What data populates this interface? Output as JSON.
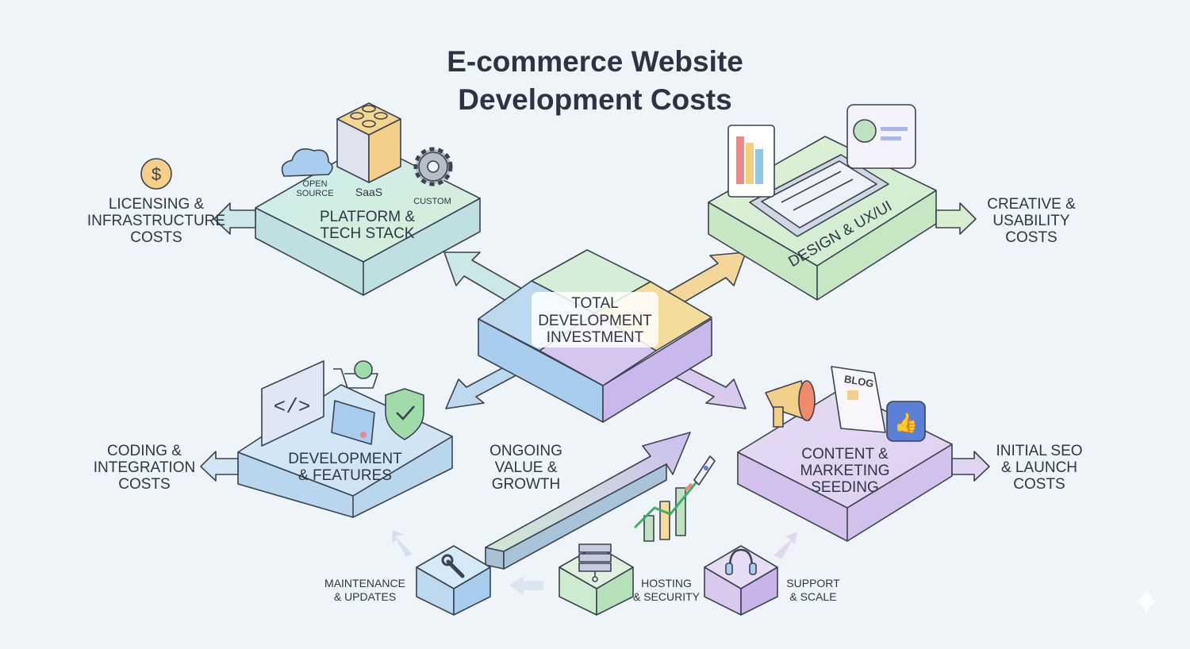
{
  "title": [
    "E-commerce Website",
    "Development Costs"
  ],
  "center": {
    "label": [
      "TOTAL",
      "DEVELOPMENT",
      "INVESTMENT"
    ]
  },
  "platform": {
    "label": [
      "PLATFORM &",
      "TECH STACK"
    ],
    "options": {
      "open_source": [
        "OPEN",
        "SOURCE"
      ],
      "saas": "SaaS",
      "custom": "CUSTOM"
    },
    "cost": [
      "LICENSING &",
      "INFRASTRUCTURE",
      "COSTS"
    ],
    "icons": [
      "cloud-icon",
      "lego-block-icon",
      "gear-icon",
      "dollar-coin-icon"
    ]
  },
  "design": {
    "label": "DESIGN & UX/UI",
    "cost": [
      "CREATIVE &",
      "USABILITY",
      "COSTS"
    ],
    "icons": [
      "color-palette-icon",
      "tablet-wireframe-icon",
      "user-profile-icon"
    ]
  },
  "development": {
    "label": [
      "DEVELOPMENT",
      "& FEATURES"
    ],
    "cost": [
      "CODING &",
      "INTEGRATION",
      "COSTS"
    ],
    "icons": [
      "code-window-icon",
      "shopping-cart-icon",
      "credit-card-icon",
      "shield-check-icon"
    ]
  },
  "content": {
    "label": [
      "CONTENT &",
      "MARKETING",
      "SEEDING"
    ],
    "blog": "BLOG",
    "cost": [
      "INITIAL SEO",
      "& LAUNCH",
      "COSTS"
    ],
    "icons": [
      "megaphone-icon",
      "blog-document-icon",
      "thumbs-up-icon"
    ]
  },
  "growth": {
    "label": [
      "ONGOING",
      "VALUE &",
      "GROWTH"
    ],
    "icons": [
      "rocket-icon",
      "growth-chart-icon"
    ]
  },
  "ongoing": [
    {
      "label": [
        "MAINTENANCE",
        "& UPDATES"
      ],
      "icon": "wrench-icon"
    },
    {
      "label": [
        "HOSTING",
        "& SECURITY"
      ],
      "icon": "server-icon"
    },
    {
      "label": [
        "SUPPORT",
        "& SCALE"
      ],
      "icon": "headset-icon"
    }
  ],
  "colors": {
    "background": "#eef4f8",
    "blue": "#bcd9f0",
    "green": "#cdeccf",
    "yellow": "#f4dc9a",
    "purple": "#d9c9ef",
    "teal": "#c9e6e6",
    "text": "#2f3645"
  }
}
